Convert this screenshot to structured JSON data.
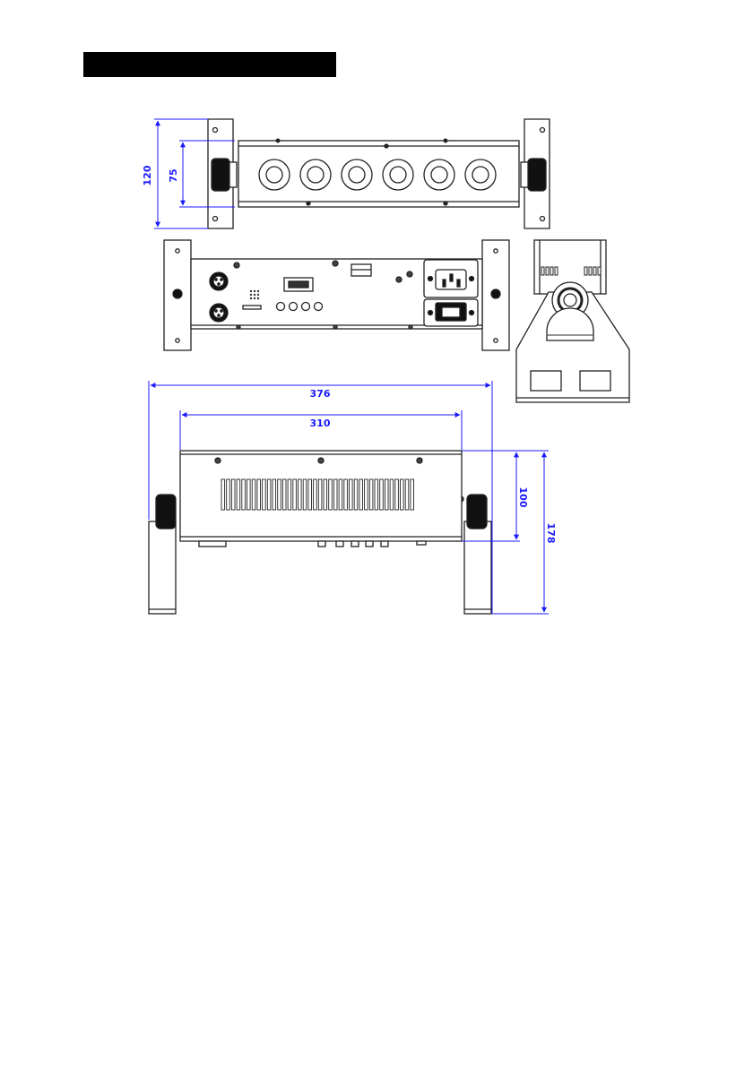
{
  "header": {
    "title": ""
  },
  "dimensions": {
    "front_height": "120",
    "front_led_height": "75",
    "overall_width": "376",
    "body_width": "310",
    "body_height": "100",
    "overall_height": "178"
  },
  "colors": {
    "dimension_line": "#1a1aff",
    "outline": "#222222",
    "title_bar": "#000000"
  },
  "components": {
    "led_count": 6,
    "control_buttons": 4,
    "xlr_connectors": 2,
    "power_sockets": 2
  }
}
